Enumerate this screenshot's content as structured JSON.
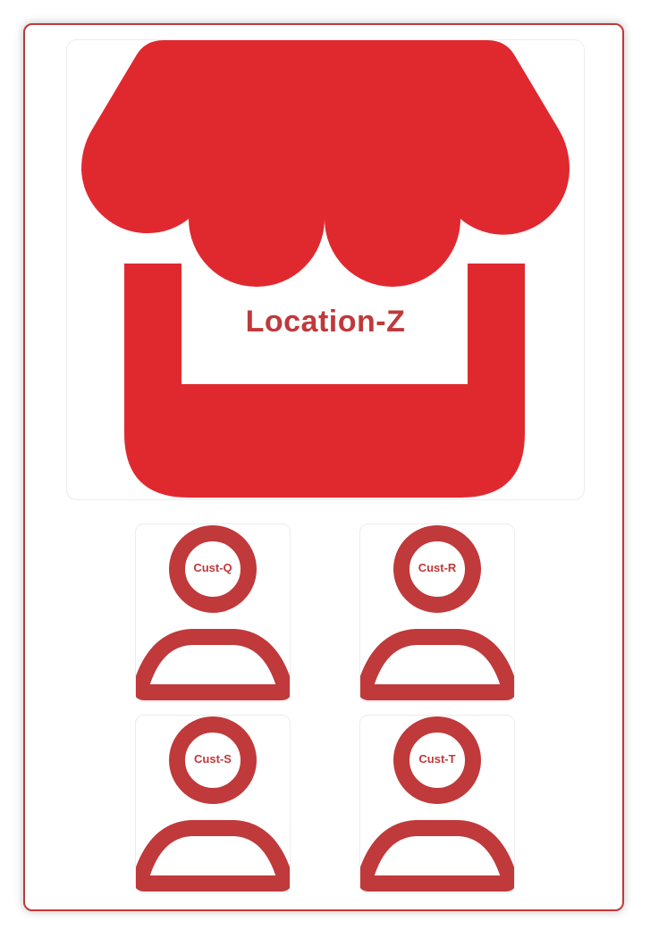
{
  "colors": {
    "accent": "#c0393b",
    "store_fill": "#e0292f",
    "frame_border": "#c0393b"
  },
  "store": {
    "icon": "storefront-icon",
    "label": "Location-Z"
  },
  "customers": [
    {
      "icon": "person-icon",
      "label": "Cust-Q"
    },
    {
      "icon": "person-icon",
      "label": "Cust-R"
    },
    {
      "icon": "person-icon",
      "label": "Cust-S"
    },
    {
      "icon": "person-icon",
      "label": "Cust-T"
    }
  ]
}
